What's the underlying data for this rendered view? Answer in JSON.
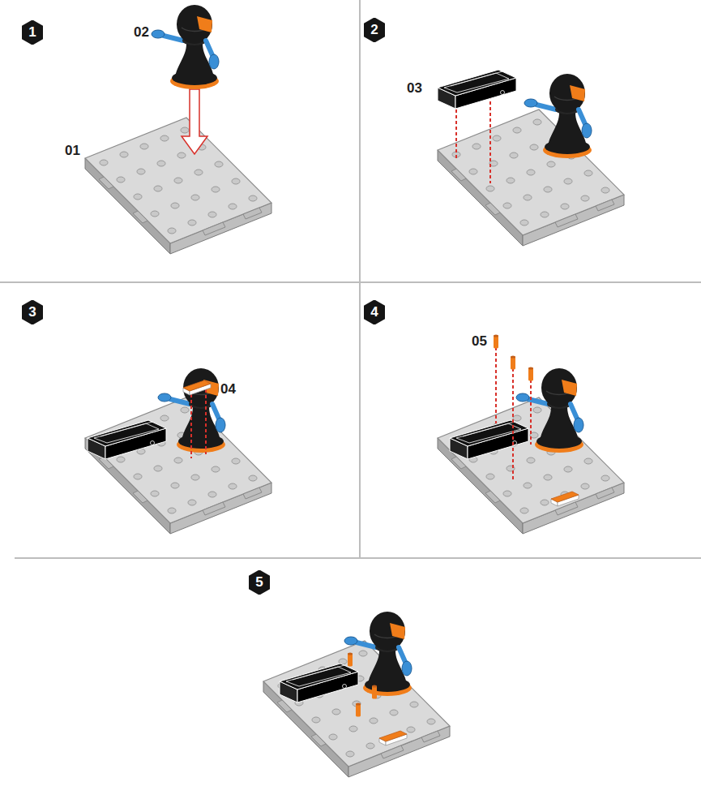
{
  "diagram": {
    "nodes": [
      {
        "text": [
          "1"
        ]
      },
      {
        "text": [
          "2"
        ]
      },
      {
        "text": [
          "3"
        ]
      },
      {
        "text": [
          "4"
        ]
      },
      {
        "text": [
          "5"
        ]
      }
    ],
    "labels": [
      "02",
      "01",
      "03",
      "04",
      "05"
    ]
  }
}
